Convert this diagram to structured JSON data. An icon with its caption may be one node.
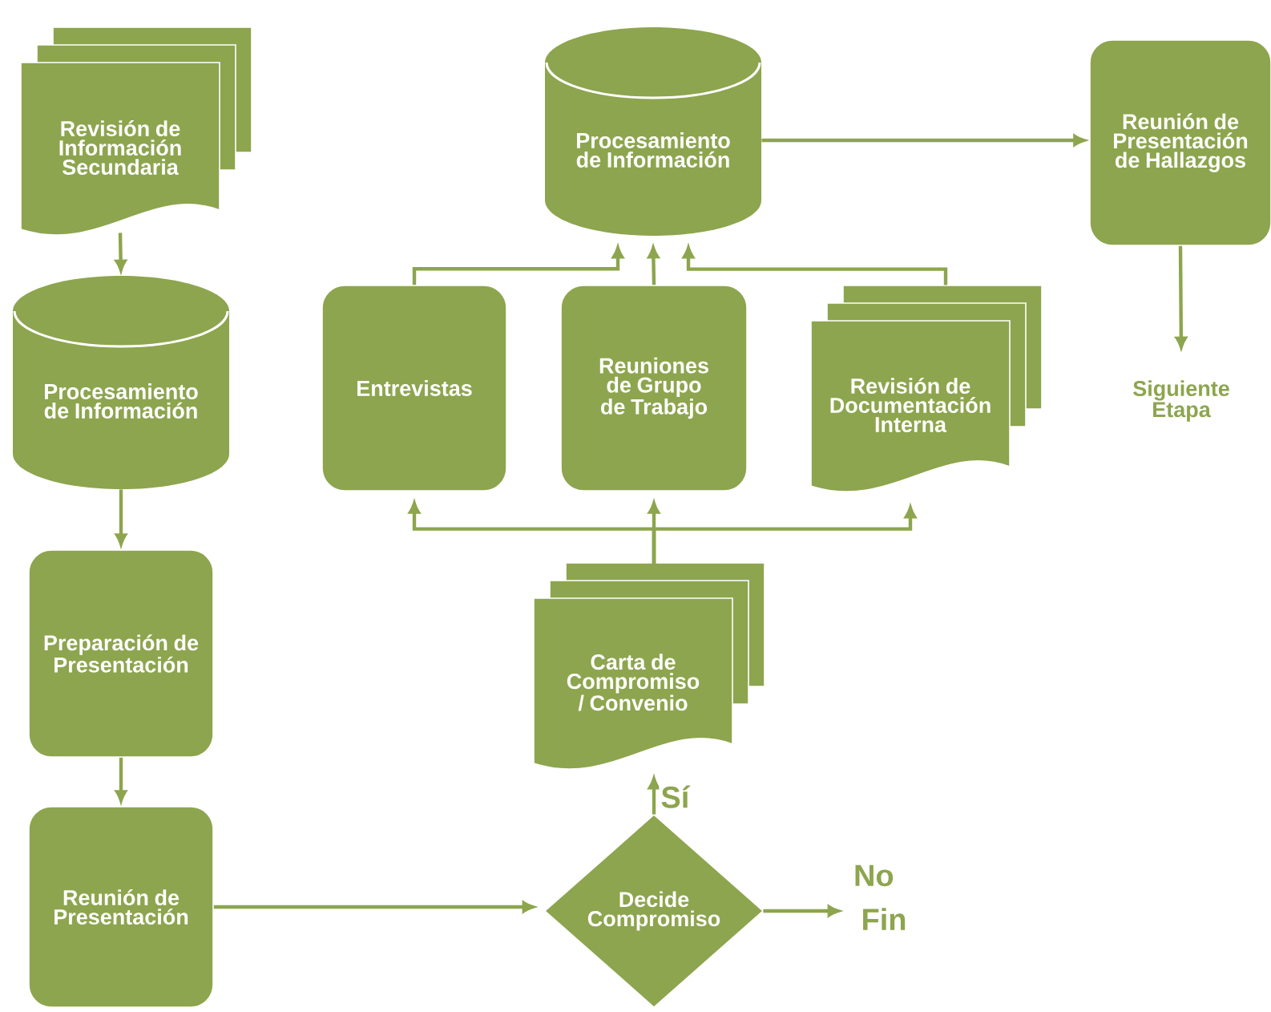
{
  "diagram": {
    "nodes": [
      {
        "text": [
          "Revisión de Información Secundaria"
        ]
      },
      {
        "text": [
          "Procesamiento de Información"
        ]
      },
      {
        "text": [
          "Preparación de Presentación"
        ]
      },
      {
        "text": [
          "Reunión de Presentación"
        ]
      },
      {
        "text": [
          "Decide Compromiso"
        ]
      },
      {
        "text": [
          "Carta de Compromiso / Convenio"
        ]
      },
      {
        "text": [
          "Entrevistas"
        ]
      },
      {
        "text": [
          "Reuniones de Grupo de Trabajo"
        ]
      },
      {
        "text": [
          "Revisión de Documentación Interna"
        ]
      },
      {
        "text": [
          "Procesamiento de Información"
        ]
      },
      {
        "text": [
          "Reunión de Presentación de Hallazgos"
        ]
      },
      {
        "text": [
          "Siguiente Etapa"
        ]
      },
      {
        "text": [
          "Fin"
        ]
      }
    ],
    "edges": [
      {
        "from": 0,
        "to": 1,
        "arrow": "to"
      },
      {
        "from": 1,
        "to": 2,
        "arrow": "to"
      },
      {
        "from": 2,
        "to": 3,
        "arrow": "to"
      },
      {
        "from": 3,
        "to": 4,
        "arrow": "to"
      },
      {
        "from": 4,
        "to": 5,
        "arrow": "to",
        "label": "Sí"
      },
      {
        "from": 4,
        "to": 12,
        "arrow": "to",
        "label": "No"
      },
      {
        "from": 5,
        "to": 6,
        "arrow": "to"
      },
      {
        "from": 5,
        "to": 7,
        "arrow": "to"
      },
      {
        "from": 5,
        "to": 8,
        "arrow": "to"
      },
      {
        "from": 6,
        "to": 9,
        "arrow": "to"
      },
      {
        "from": 7,
        "to": 9,
        "arrow": "to"
      },
      {
        "from": 8,
        "to": 9,
        "arrow": "to"
      },
      {
        "from": 9,
        "to": 10,
        "arrow": "to"
      },
      {
        "from": 10,
        "to": 11,
        "arrow": "to"
      }
    ]
  }
}
